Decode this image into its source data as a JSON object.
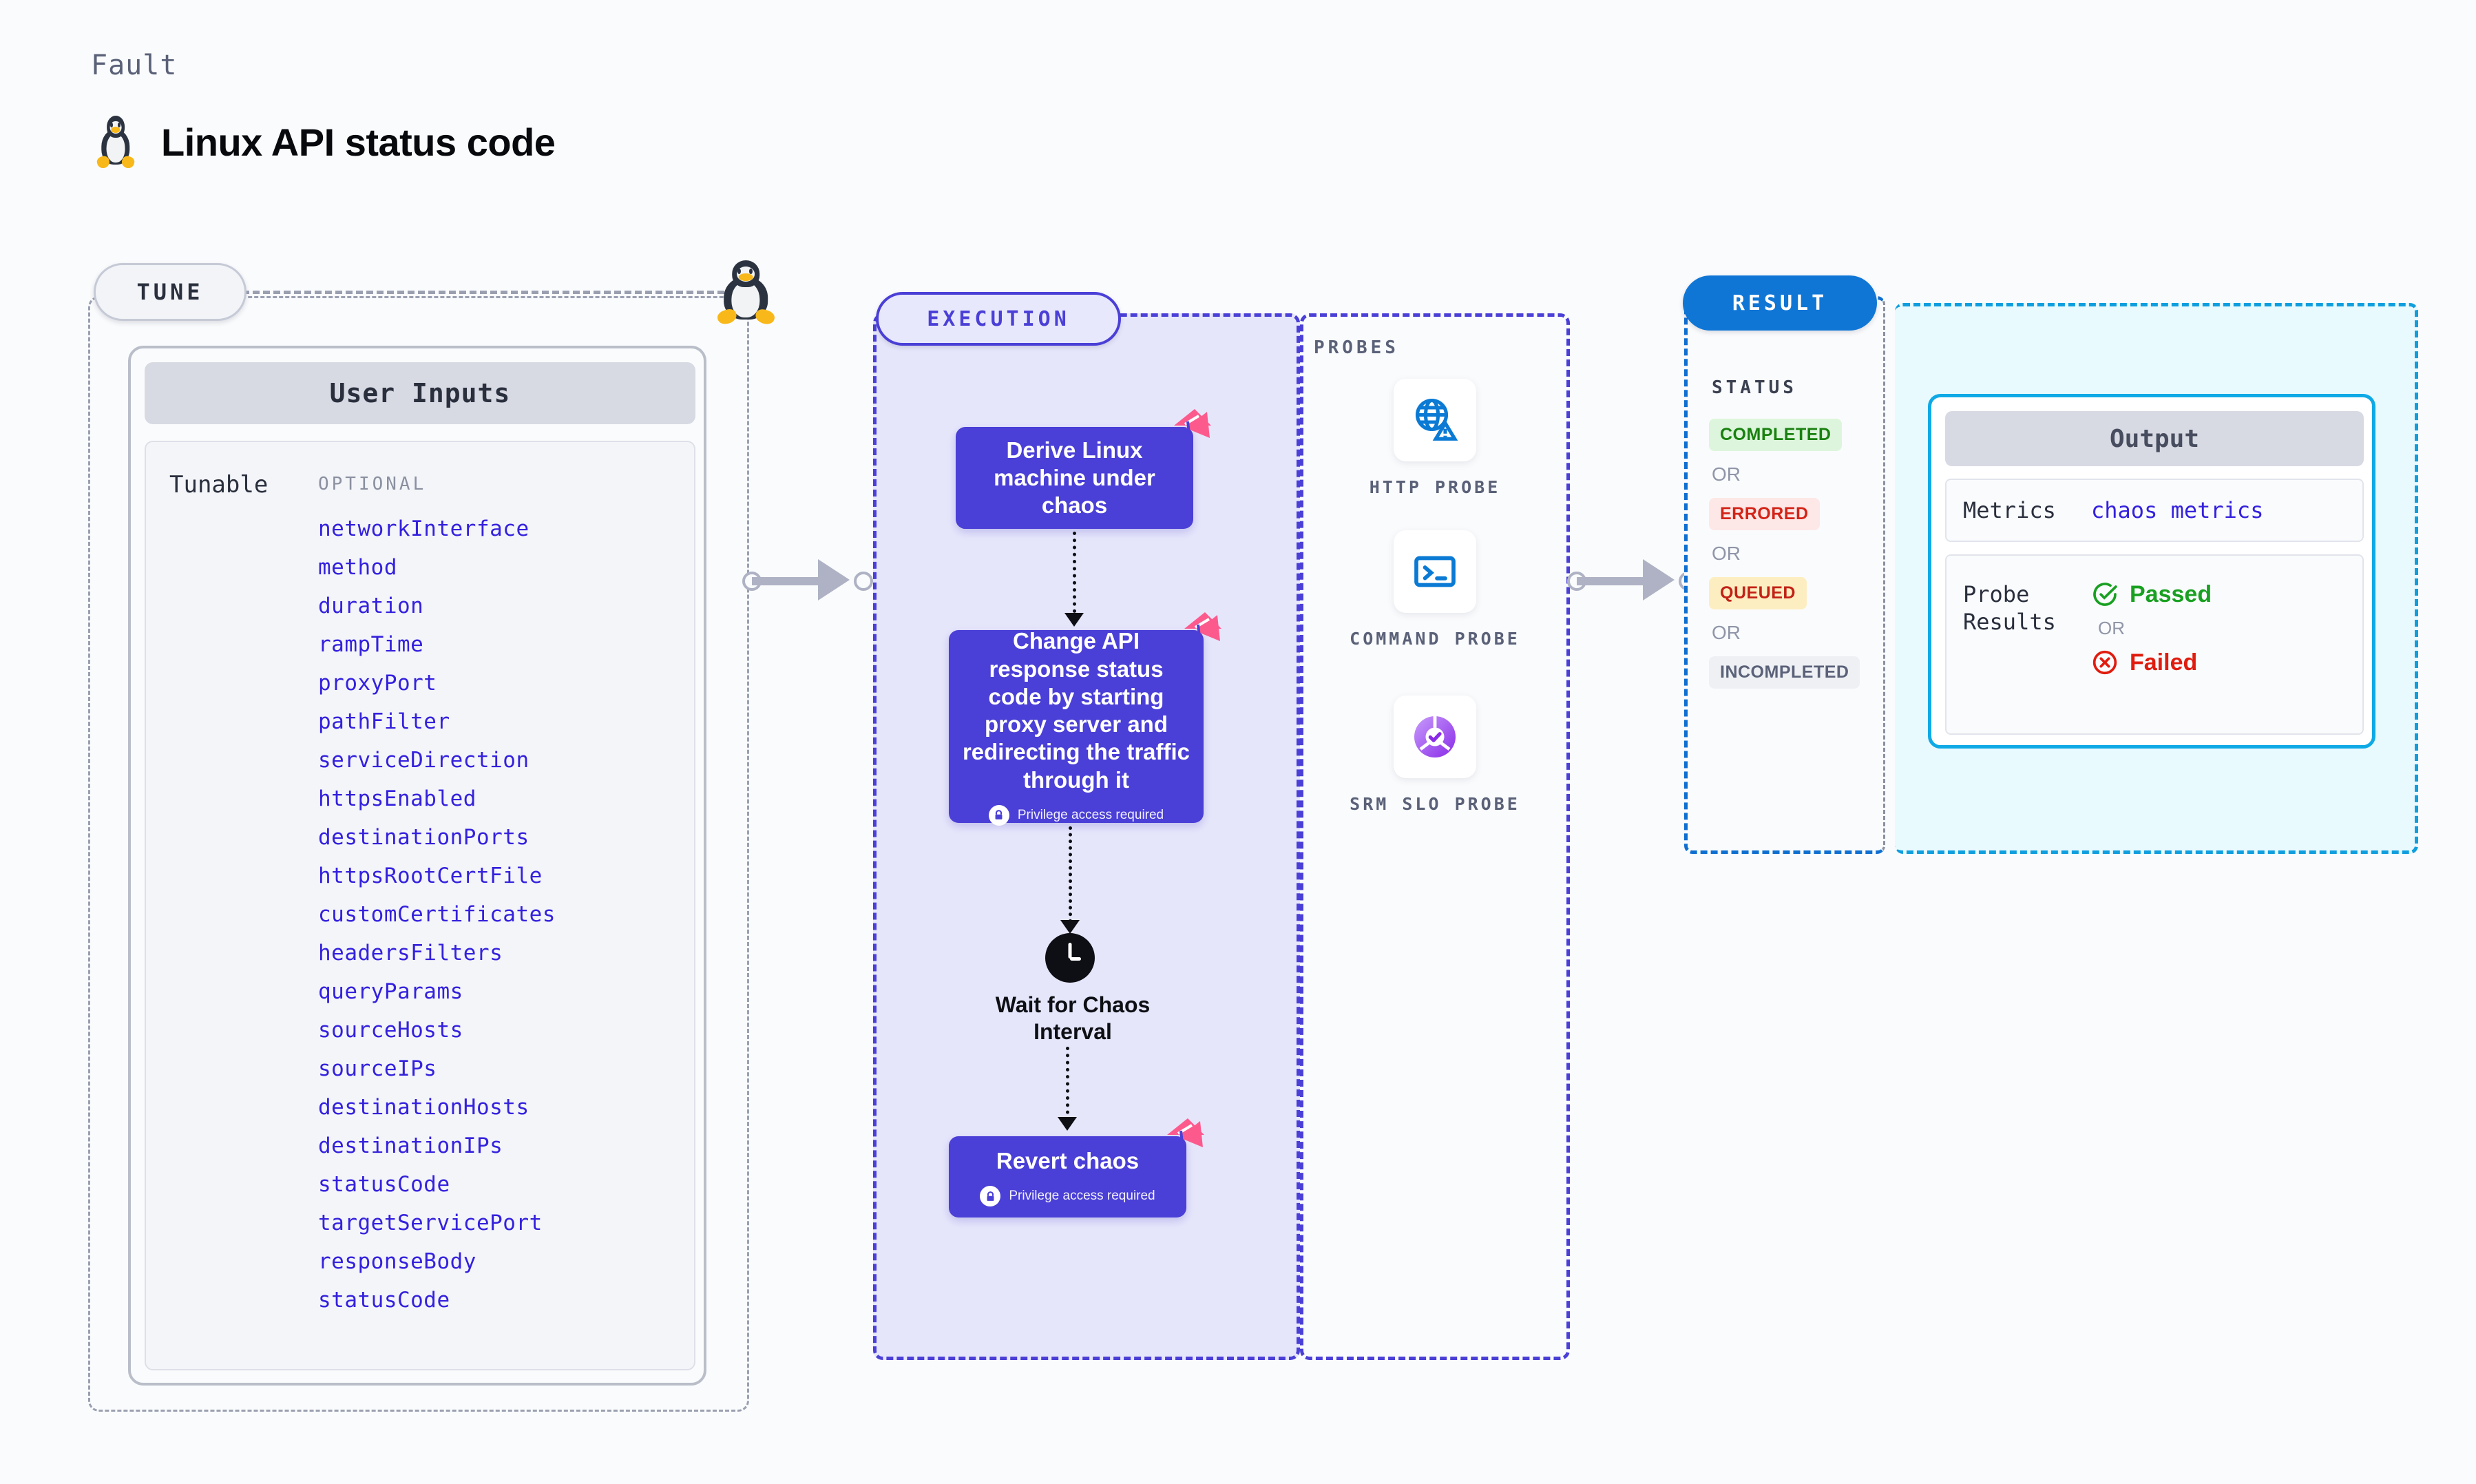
{
  "header": {
    "fault_label": "Fault",
    "title": "Linux API status code",
    "icon": "linux-tux-icon"
  },
  "tune": {
    "chip_label": "TUNE",
    "icon": "linux-tux-icon",
    "user_inputs_title": "User Inputs",
    "tunable_label": "Tunable",
    "optional_label": "OPTIONAL",
    "params": [
      "networkInterface",
      "method",
      "duration",
      "rampTime",
      "proxyPort",
      "pathFilter",
      "serviceDirection",
      "httpsEnabled",
      "destinationPorts",
      "httpsRootCertFile",
      "customCertificates",
      "headersFilters",
      "queryParams",
      "sourceHosts",
      "sourceIPs",
      "destinationHosts",
      "destinationIPs",
      "statusCode",
      "targetServicePort",
      "responseBody",
      "statusCode"
    ]
  },
  "execution": {
    "chip_label": "EXECUTION",
    "nodes": [
      {
        "text": "Derive Linux machine under chaos",
        "privilege": null,
        "badge": "chaos-corner-badge"
      },
      {
        "text": "Change API response status code by starting proxy server and redirecting the traffic through it",
        "privilege": "Privilege access required",
        "badge": "chaos-corner-badge"
      },
      {
        "text": "Revert chaos",
        "privilege": "Privilege access required",
        "badge": "chaos-corner-badge"
      }
    ],
    "wait_step": {
      "icon": "clock-icon",
      "label": "Wait for Chaos Interval"
    }
  },
  "probes": {
    "section_label": "PROBES",
    "items": [
      {
        "label": "HTTP PROBE",
        "icon": "globe-warning-icon"
      },
      {
        "label": "COMMAND PROBE",
        "icon": "terminal-icon"
      },
      {
        "label": "SRM SLO PROBE",
        "icon": "slo-donut-check-icon"
      }
    ]
  },
  "result": {
    "chip_label": "RESULT",
    "status_label": "STATUS",
    "or_text": "OR",
    "statuses": [
      {
        "label": "COMPLETED",
        "bg": "#ddf5dc",
        "fg": "#19810f"
      },
      {
        "label": "ERRORED",
        "bg": "#fde8e7",
        "fg": "#d32418"
      },
      {
        "label": "QUEUED",
        "bg": "#fdeec2",
        "fg": "#c22216"
      },
      {
        "label": "INCOMPLETED",
        "bg": "#eef0f4",
        "fg": "#5a6178"
      }
    ]
  },
  "output": {
    "title": "Output",
    "metrics_key": "Metrics",
    "metrics_value": "chaos metrics",
    "probe_results_key": "Probe Results",
    "passed_label": "Passed",
    "failed_label": "Failed",
    "or_text": "OR",
    "passed_icon": "check-circle-icon",
    "failed_icon": "x-circle-icon"
  },
  "colors": {
    "page_bg": "#fafbfd",
    "accent_purple": "#4a3fd6",
    "accent_blue": "#0f76d6",
    "accent_cyan": "#0fa9e6",
    "param_blue": "#3421dd",
    "badge_pink": "#fc5a8d",
    "muted": "#9aa0b0"
  }
}
